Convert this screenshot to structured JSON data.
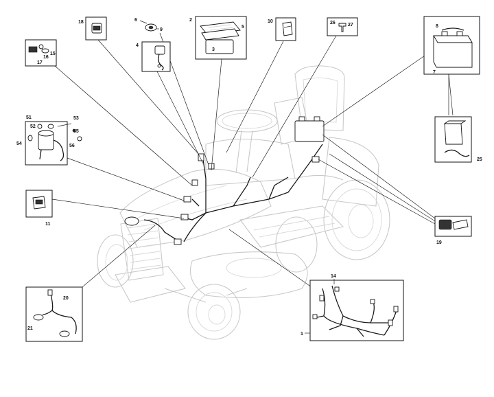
{
  "diagram": {
    "callouts": [
      {
        "id": "c18",
        "text": "18"
      },
      {
        "id": "c6",
        "text": "6"
      },
      {
        "id": "c9",
        "text": "9"
      },
      {
        "id": "c4",
        "text": "4"
      },
      {
        "id": "c2",
        "text": "2"
      },
      {
        "id": "c5",
        "text": "5"
      },
      {
        "id": "c3",
        "text": "3"
      },
      {
        "id": "c10",
        "text": "10"
      },
      {
        "id": "c26",
        "text": "26"
      },
      {
        "id": "c27",
        "text": "27"
      },
      {
        "id": "c8",
        "text": "8"
      },
      {
        "id": "c7",
        "text": "7"
      },
      {
        "id": "c15",
        "text": "15"
      },
      {
        "id": "c16",
        "text": "16"
      },
      {
        "id": "c17",
        "text": "17"
      },
      {
        "id": "c51",
        "text": "51"
      },
      {
        "id": "c52",
        "text": "52"
      },
      {
        "id": "c53",
        "text": "53"
      },
      {
        "id": "c54",
        "text": "54"
      },
      {
        "id": "c55",
        "text": "55"
      },
      {
        "id": "c56",
        "text": "56"
      },
      {
        "id": "c11",
        "text": "11"
      },
      {
        "id": "c25",
        "text": "25"
      },
      {
        "id": "c19",
        "text": "19"
      },
      {
        "id": "c14",
        "text": "14"
      },
      {
        "id": "c1",
        "text": "1"
      },
      {
        "id": "c20",
        "text": "20"
      },
      {
        "id": "c21",
        "text": "21"
      }
    ],
    "colors": {
      "ink": "#111111",
      "ghost_outline": "#c9c9c9",
      "background": "#ffffff"
    }
  }
}
